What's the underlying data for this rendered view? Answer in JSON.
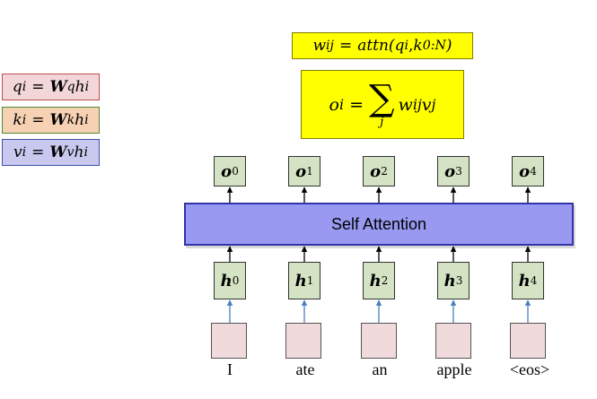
{
  "legend": {
    "q_lhs": "q",
    "q_lhs_sub": "i",
    "q_eq": "=",
    "q_W": "W",
    "q_W_sub": "q",
    "q_h": "h",
    "q_h_sub": "i",
    "k_lhs": "k",
    "k_lhs_sub": "i",
    "k_eq": "=",
    "k_W": "W",
    "k_W_sub": "k",
    "k_h": "h",
    "k_h_sub": "i",
    "v_lhs": "v",
    "v_lhs_sub": "i",
    "v_eq": "=",
    "v_W": "W",
    "v_W_sub": "v",
    "v_h": "h",
    "v_h_sub": "i",
    "q_color": "#f2d6d8",
    "k_color": "#f6d1b3",
    "v_color": "#c9c8ef"
  },
  "equations": {
    "weight": {
      "lhs": "w",
      "lhs_sub": "ij",
      "eq": "=",
      "fn": "attn(",
      "q": "q",
      "q_sub": "i",
      "comma": ", ",
      "k": "k",
      "k_sub": "0:N",
      "close": ")"
    },
    "output": {
      "lhs": "o",
      "lhs_sub": "i",
      "eq": "=",
      "sigma": "∑",
      "sigma_sub": "j",
      "w": "w",
      "w_sub": "ij",
      "v": "v",
      "v_sub": "j"
    },
    "color": "#ffff00"
  },
  "outputs": [
    {
      "sym": "o",
      "sub": "0"
    },
    {
      "sym": "o",
      "sub": "1"
    },
    {
      "sym": "o",
      "sub": "2"
    },
    {
      "sym": "o",
      "sub": "3"
    },
    {
      "sym": "o",
      "sub": "4"
    }
  ],
  "attention_label": "Self Attention",
  "hidden": [
    {
      "sym": "h",
      "sub": "0"
    },
    {
      "sym": "h",
      "sub": "1"
    },
    {
      "sym": "h",
      "sub": "2"
    },
    {
      "sym": "h",
      "sub": "3"
    },
    {
      "sym": "h",
      "sub": "4"
    }
  ],
  "tokens": [
    "I",
    "ate",
    "an",
    "apple",
    "<eos>"
  ]
}
